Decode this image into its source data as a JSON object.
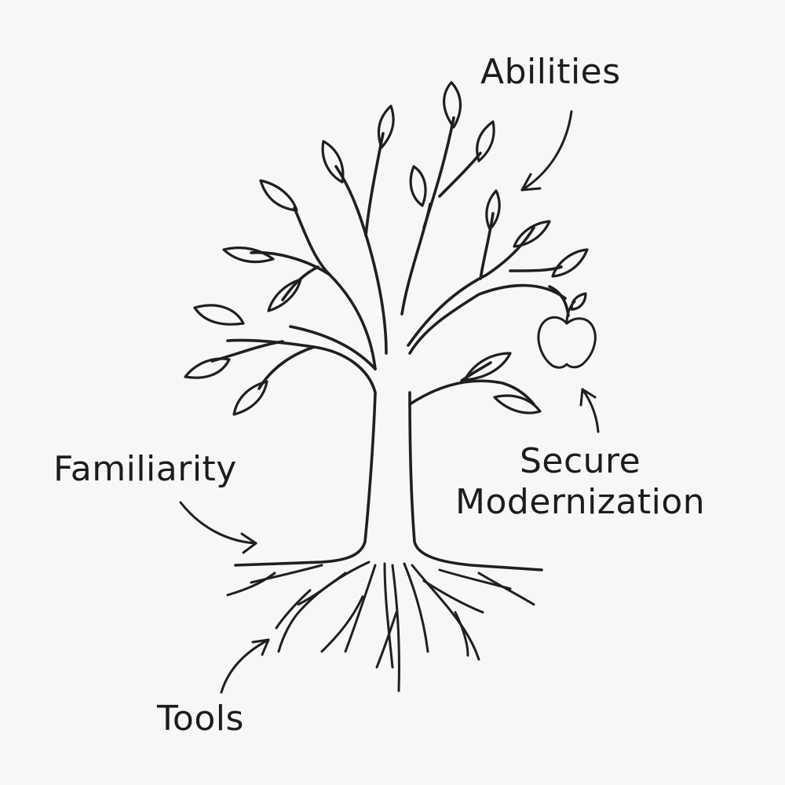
{
  "labels": {
    "abilities": "Abilities",
    "familiarity": "Familiarity",
    "secure_line1": "Secure",
    "secure_line2": "Modernization",
    "tools": "Tools"
  },
  "colors": {
    "ink": "#1f1f1f",
    "paper": "#f7f7f6"
  },
  "icons": [
    "tree-icon",
    "apple-icon",
    "arrow-icon"
  ]
}
